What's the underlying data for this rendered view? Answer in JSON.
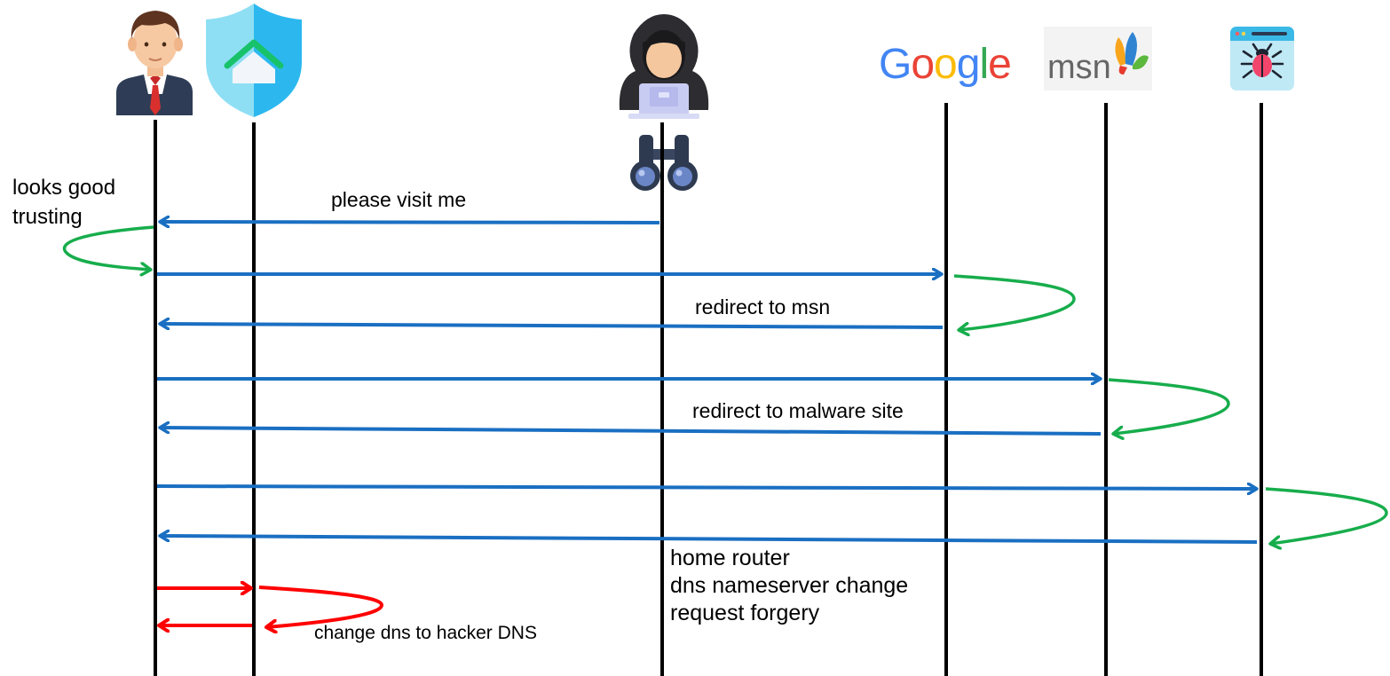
{
  "actors": [
    {
      "id": "user",
      "icon": "businessman-icon"
    },
    {
      "id": "router",
      "icon": "home-shield-icon"
    },
    {
      "id": "hacker",
      "icon": "hooded-hacker-icon"
    },
    {
      "id": "google",
      "logo_text": "Google",
      "icon": "google-logo"
    },
    {
      "id": "msn",
      "logo_text": "msn",
      "icon": "msn-butterfly-logo"
    },
    {
      "id": "malware",
      "icon": "malware-bug-browser-icon"
    }
  ],
  "colors": {
    "message": "#1a6fc2",
    "self_loop": "#17ad4c",
    "attack": "#ff0000",
    "lifeline": "#000000"
  },
  "labels": {
    "user_note_line1": "looks good",
    "user_note_line2": "trusting",
    "please_visit": "please visit me",
    "redirect_msn": "redirect to msn",
    "redirect_malware": "redirect to malware site",
    "csrf_line1": "home router",
    "csrf_line2": "dns nameserver change",
    "csrf_line3": "request forgery",
    "change_dns": "change dns to hacker DNS"
  },
  "messages": [
    {
      "from": "hacker",
      "to": "user",
      "label": "please visit me"
    },
    {
      "from": "user",
      "to": "google"
    },
    {
      "from": "google",
      "to": "user",
      "label": "redirect to msn"
    },
    {
      "from": "user",
      "to": "msn"
    },
    {
      "from": "msn",
      "to": "user",
      "label": "redirect to malware site"
    },
    {
      "from": "user",
      "to": "malware"
    },
    {
      "from": "malware",
      "to": "user"
    },
    {
      "from": "user",
      "to": "router",
      "color": "attack"
    },
    {
      "from": "router",
      "to": "user",
      "color": "attack",
      "label": "change dns to hacker DNS"
    }
  ]
}
